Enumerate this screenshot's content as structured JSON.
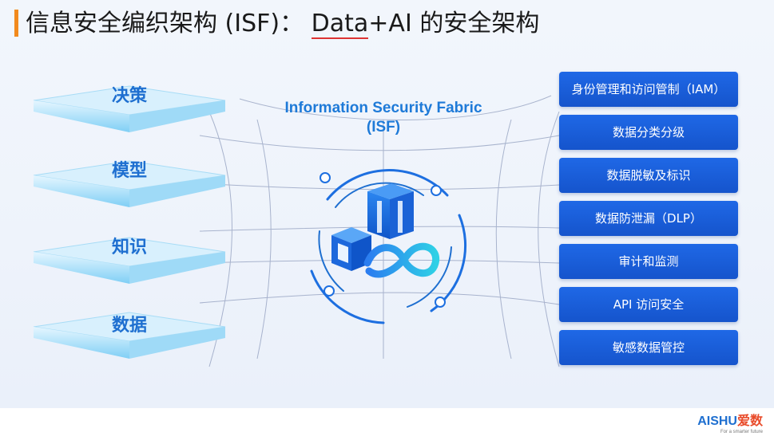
{
  "header": {
    "title_prefix": "信息安全编织架构 (ISF)： ",
    "title_underlined": "Data",
    "title_suffix": "+AI 的安全架构"
  },
  "diagram": {
    "center_title_line1": "Information Security Fabric",
    "center_title_line2": "(ISF)",
    "layers": [
      {
        "label": "决策"
      },
      {
        "label": "模型"
      },
      {
        "label": "知识"
      },
      {
        "label": "数据"
      }
    ],
    "capabilities": [
      {
        "label": "身份管理和访问管制（IAM）"
      },
      {
        "label": "数据分类分级"
      },
      {
        "label": "数据脱敏及标识"
      },
      {
        "label": "数据防泄漏（DLP）"
      },
      {
        "label": "审计和监测"
      },
      {
        "label": "API 访问安全"
      },
      {
        "label": "敏感数据管控"
      }
    ]
  },
  "brand": {
    "logo_ai": "AI",
    "logo_shu": "SHU",
    "logo_cn": "爱数",
    "tagline": "For a smarter future"
  },
  "colors": {
    "accent": "#f28a1d",
    "primary_blue": "#1e6fd0",
    "capability_bg": "#1a5fdc",
    "layer_light": "#bfe6fb",
    "logo_red": "#e94b2a"
  },
  "icons": {
    "center_emblem": "cube-infinity-icon",
    "layers": "layered-plate-icon"
  }
}
